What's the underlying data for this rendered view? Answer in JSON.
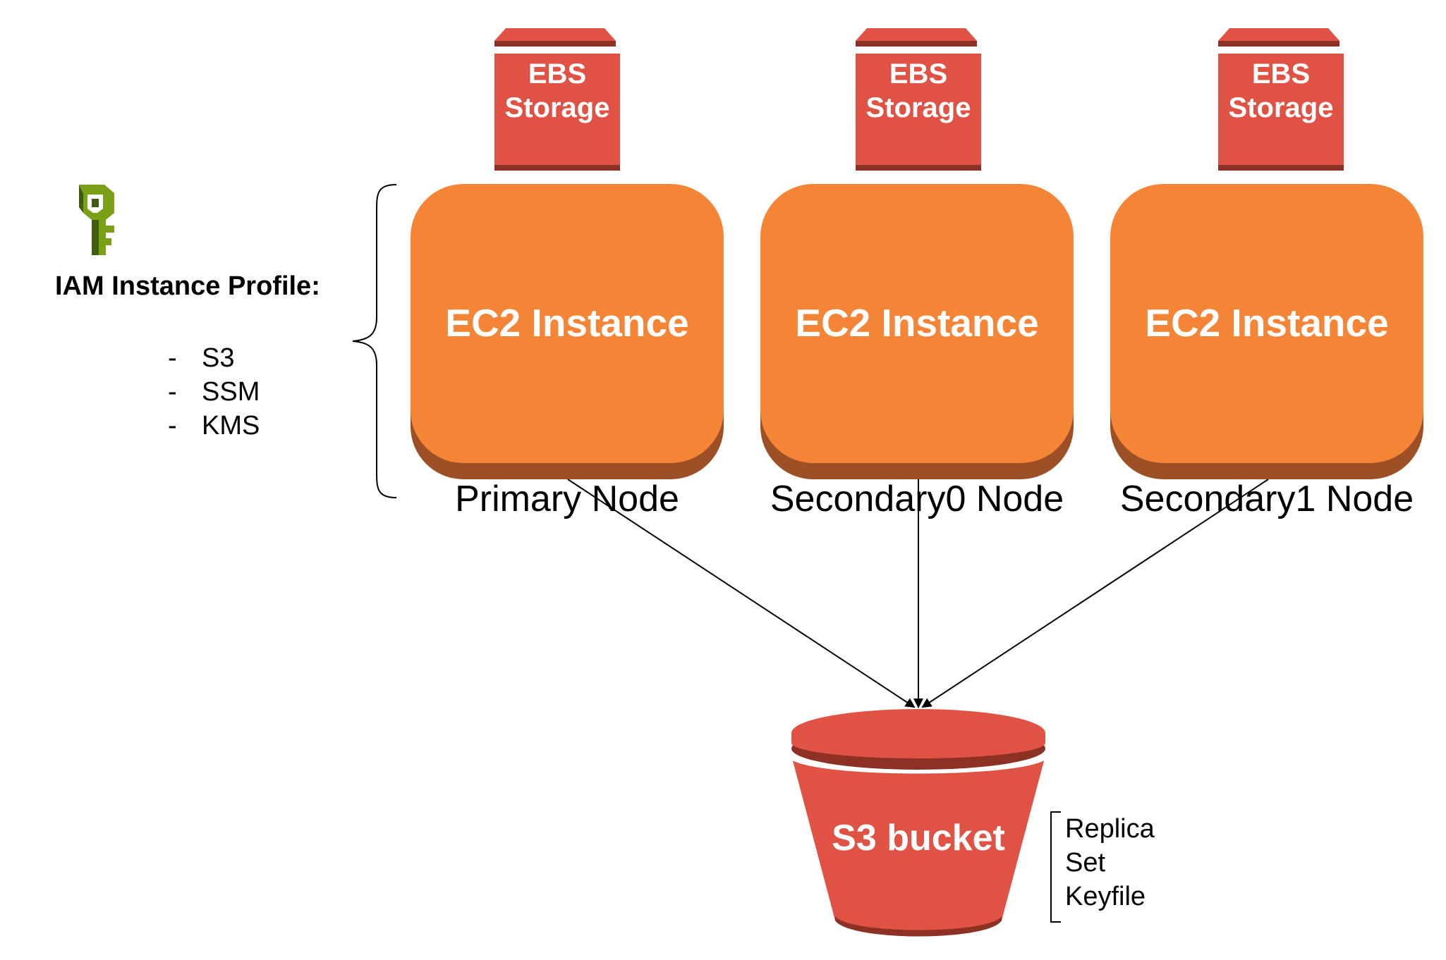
{
  "iam": {
    "icon": "iam-key-icon",
    "title": "IAM Instance Profile:",
    "items": [
      {
        "bullet": "-",
        "label": "S3"
      },
      {
        "bullet": "-",
        "label": "SSM"
      },
      {
        "bullet": "-",
        "label": "KMS"
      }
    ]
  },
  "nodes": [
    {
      "ebs_line1": "EBS",
      "ebs_line2": "Storage",
      "instance_label": "EC2 Instance",
      "node_label": "Primary Node"
    },
    {
      "ebs_line1": "EBS",
      "ebs_line2": "Storage",
      "instance_label": "EC2 Instance",
      "node_label": "Secondary0 Node"
    },
    {
      "ebs_line1": "EBS",
      "ebs_line2": "Storage",
      "instance_label": "EC2 Instance",
      "node_label": "Secondary1 Node"
    }
  ],
  "bucket": {
    "label": "S3 bucket",
    "annotation": [
      "Replica",
      "Set",
      "Keyfile"
    ]
  },
  "colors": {
    "ebs_fill": "#e05243",
    "ebs_dark": "#8c3123",
    "ec2_fill": "#f58536",
    "ec2_shadow": "#9d5025",
    "s3_fill": "#e05243",
    "s3_dark": "#8c3123",
    "iam_green_light": "#7aa116",
    "iam_green_dark": "#3f5c10"
  }
}
